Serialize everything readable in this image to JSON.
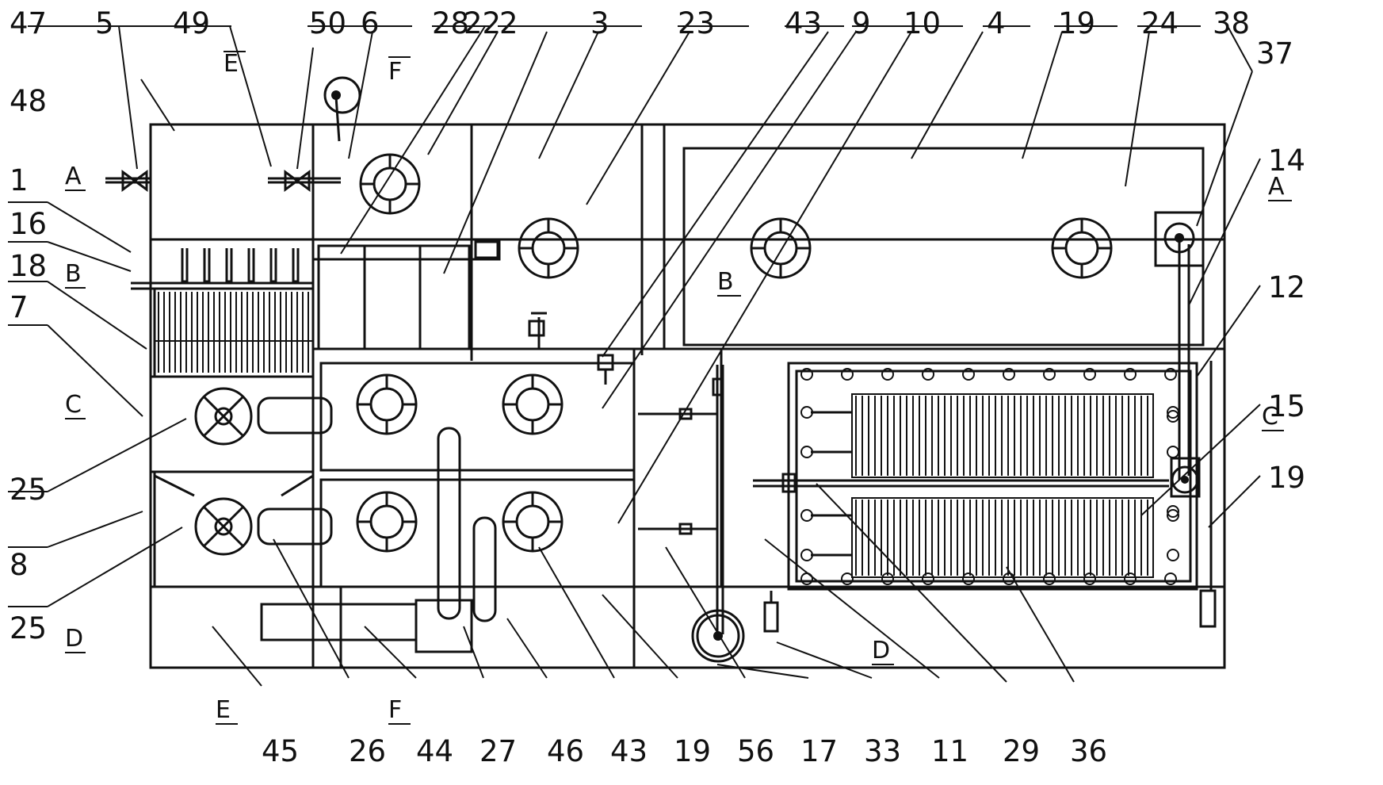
{
  "numbers": {
    "n47": "47",
    "n5": "5",
    "n49": "49",
    "n50": "50",
    "n6": "6",
    "n28": "28",
    "n22": "22",
    "n2": "2",
    "n3": "3",
    "n23": "23",
    "n43": "43",
    "n9": "9",
    "n10": "10",
    "n4": "4",
    "n19": "19",
    "n24": "24",
    "n38": "38",
    "n37": "37",
    "n48": "48",
    "n1": "1",
    "n16": "16",
    "n18": "18",
    "n7": "7",
    "n14": "14",
    "n12": "12",
    "n15": "15",
    "n25": "25",
    "n8": "8",
    "n45": "45",
    "n26": "26",
    "n44": "44",
    "n27": "27",
    "n46": "46",
    "n56": "56",
    "n17": "17",
    "n33": "33",
    "n11": "11",
    "n29": "29",
    "n36": "36"
  },
  "sections": {
    "A": "A",
    "B": "B",
    "C": "C",
    "D": "D",
    "E": "E",
    "F": "F"
  }
}
